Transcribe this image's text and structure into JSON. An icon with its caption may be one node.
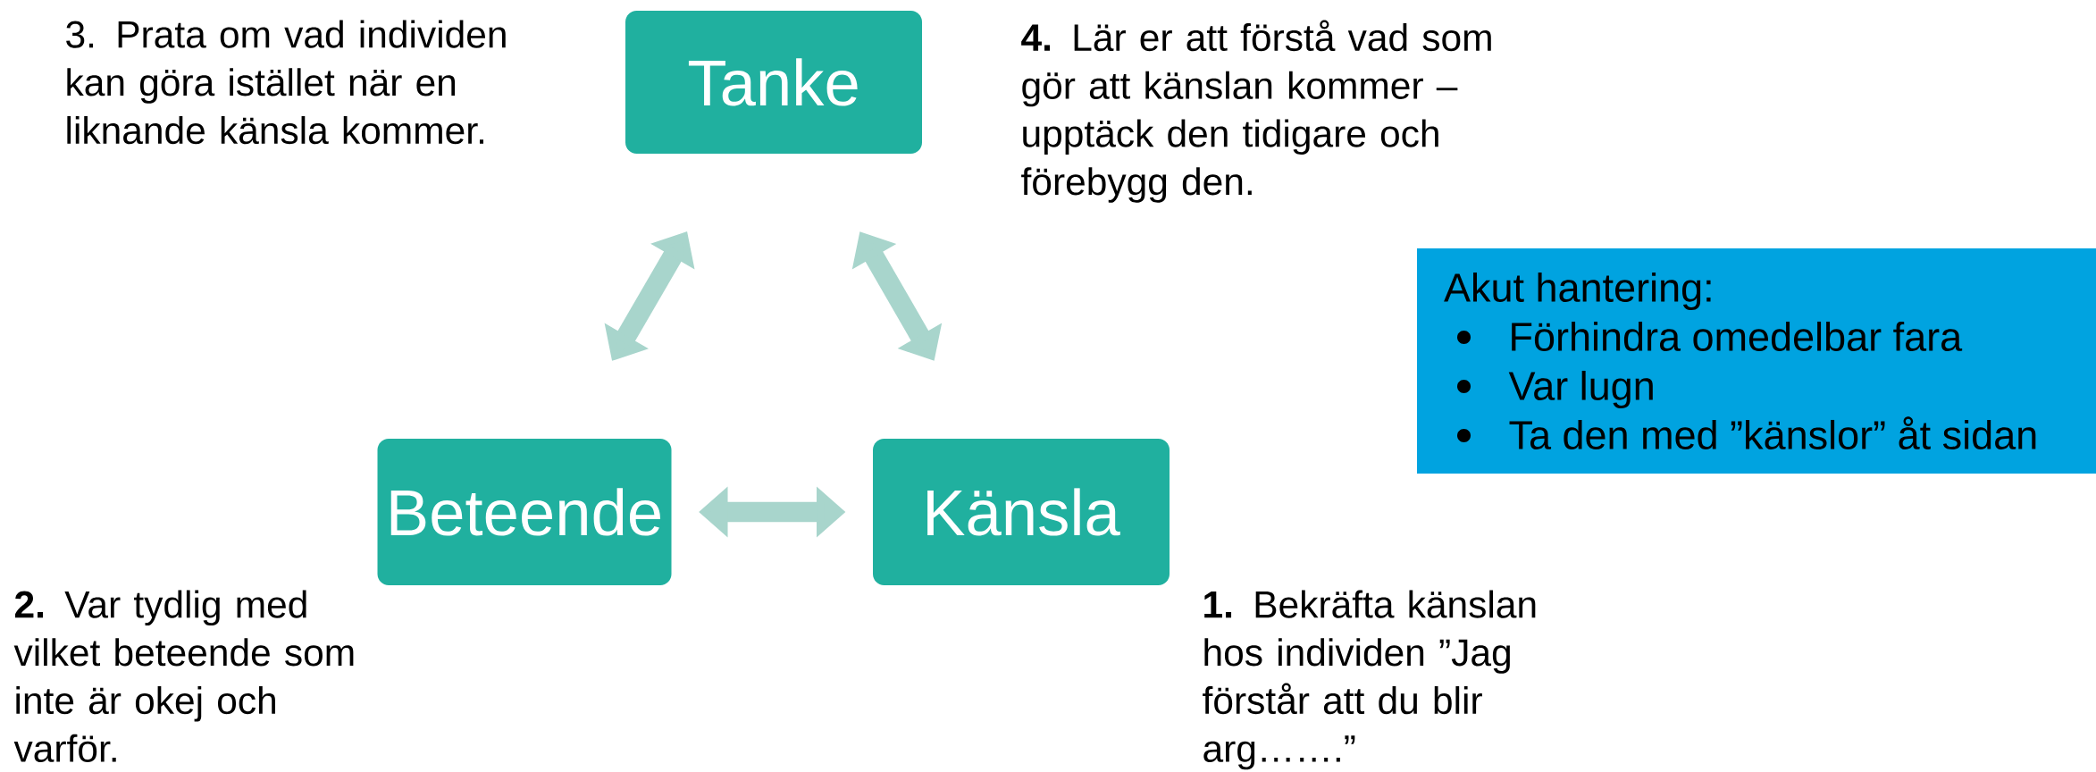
{
  "diagram": {
    "nodes": [
      {
        "text": [
          "Tanke"
        ]
      },
      {
        "text": [
          "Beteende"
        ]
      },
      {
        "text": [
          "Känsla"
        ]
      },
      {
        "text": [
          "Akut hantering:",
          "Förhindra omedelbar fara",
          "Var lugn",
          "Ta den med ”känslor” åt sidan"
        ]
      }
    ],
    "edges": [
      {
        "from": 0,
        "to": 1,
        "arrow": "both"
      },
      {
        "from": 0,
        "to": 2,
        "arrow": "both"
      },
      {
        "from": 1,
        "to": 2,
        "arrow": "both"
      }
    ],
    "labels": [
      "3. Prata om vad individen kan göra istället när en liknande känsla kommer.",
      "**4.** Lär er att förstå vad som gör att känslan kommer – upptäck den tidigare och förebygg den.",
      "**2.** Var tydlig med vilket beteende som inte är okej och varför.",
      "**1.** Bekräfta känslan hos individen ”Jag förstår att du blir arg…….”"
    ]
  }
}
